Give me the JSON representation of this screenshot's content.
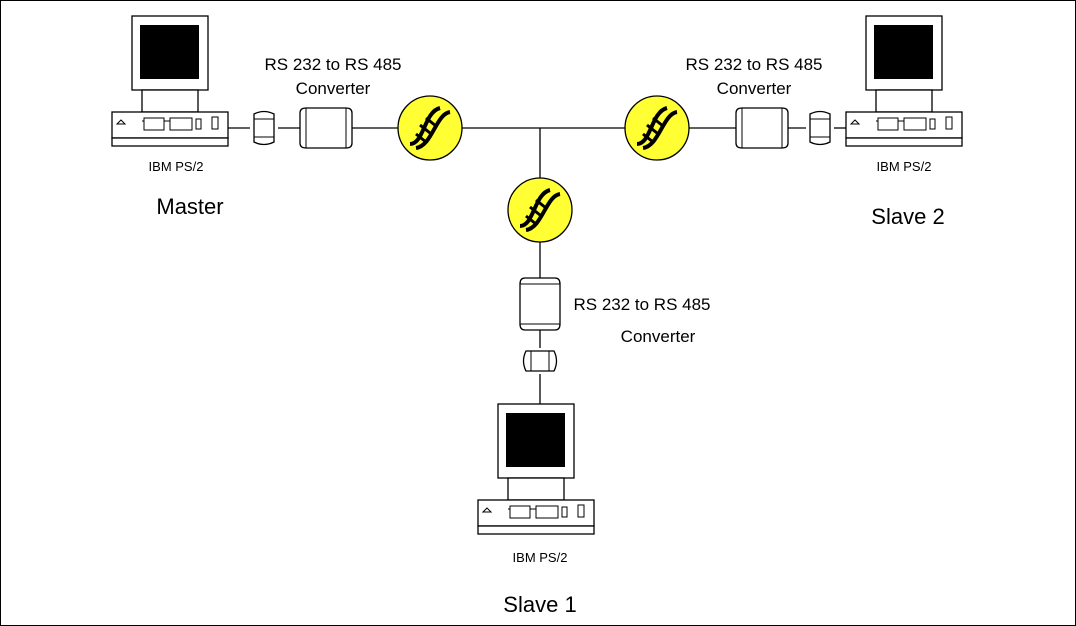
{
  "nodes": {
    "master": {
      "role_label": "Master",
      "computer_label": "IBM PS/2"
    },
    "slave1": {
      "role_label": "Slave 1",
      "computer_label": "IBM PS/2"
    },
    "slave2": {
      "role_label": "Slave 2",
      "computer_label": "IBM PS/2"
    }
  },
  "converters": {
    "left": {
      "line1": "RS 232 to RS 485",
      "line2": "Converter"
    },
    "right": {
      "line1": "RS 232 to RS 485",
      "line2": "Converter"
    },
    "bottom": {
      "line1": "RS 232 to RS 485",
      "line2": "Converter"
    }
  },
  "colors": {
    "twisted_pair_fill": "#ffff33",
    "screen": "#000000",
    "line": "#000000",
    "background": "#ffffff"
  },
  "icons": {
    "computer": "computer-icon",
    "connector": "rs232-connector-icon",
    "converter": "converter-icon",
    "twisted_pair": "twisted-pair-icon"
  }
}
